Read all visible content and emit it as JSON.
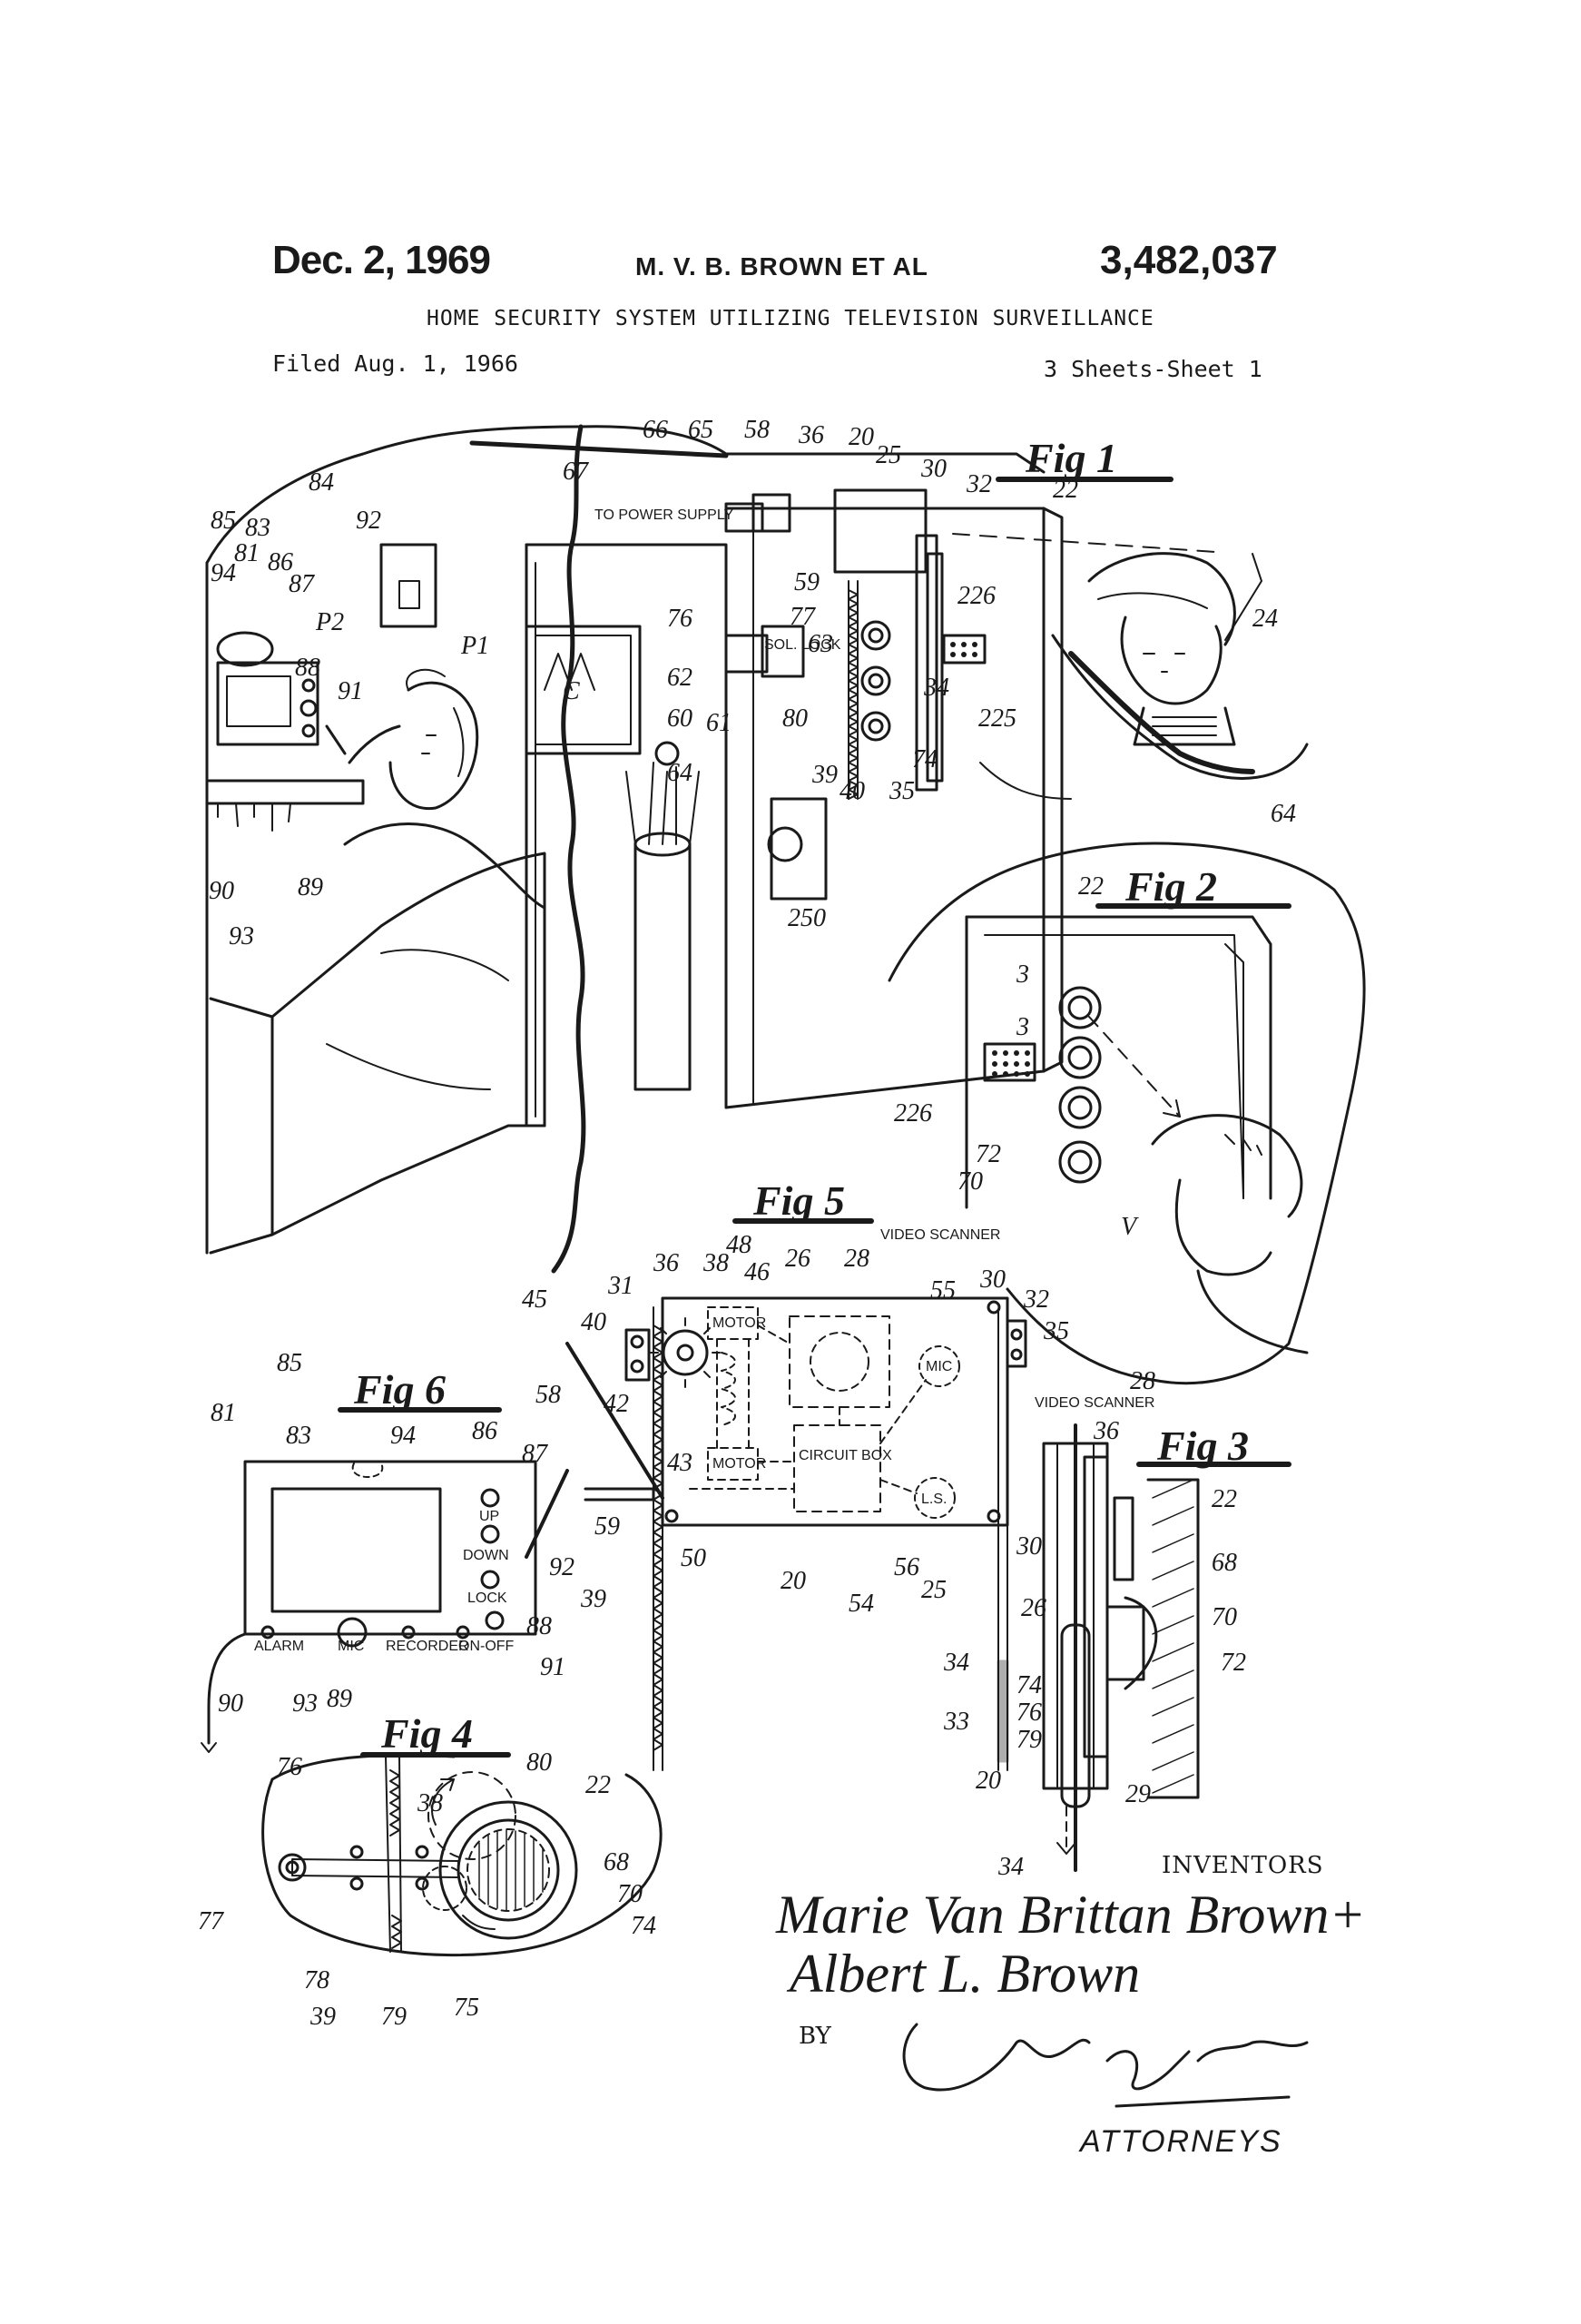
{
  "header": {
    "date": "Dec. 2, 1969",
    "inventor": "M. V. B. BROWN ET AL",
    "patent_number": "3,482,037",
    "title": "HOME SECURITY SYSTEM UTILIZING TELEVISION SURVEILLANCE",
    "filed": "Filed Aug. 1, 1966",
    "sheets": "3 Sheets-Sheet 1"
  },
  "figures": {
    "fig1": "Fig 1",
    "fig2": "Fig 2",
    "fig3": "Fig 3",
    "fig4": "Fig 4",
    "fig5": "Fig 5",
    "fig6": "Fig 6"
  },
  "fig1_labels": {
    "power_supply": "TO POWER SUPPLY",
    "sol_lock": "SOL. LOCK",
    "refs": [
      "84",
      "85",
      "83",
      "92",
      "94",
      "81",
      "86",
      "87",
      "P2",
      "88",
      "P1",
      "91",
      "90",
      "93",
      "89",
      "67",
      "66",
      "65",
      "58",
      "36",
      "20",
      "25",
      "30",
      "32",
      "22",
      "59",
      "226",
      "76",
      "77",
      "63",
      "62",
      "60",
      "61",
      "80",
      "225",
      "34",
      "39",
      "40",
      "74",
      "35",
      "64",
      "250",
      "24",
      "C"
    ]
  },
  "fig2_labels": {
    "refs": [
      "64",
      "22",
      "3",
      "3",
      "226",
      "72",
      "70",
      "V"
    ]
  },
  "fig5_labels": {
    "motor_top": "MOTOR",
    "motor_bottom": "MOTOR",
    "video_scanner": "VIDEO SCANNER",
    "mic": "MIC",
    "circuit_box": "CIRCUIT BOX",
    "ls": "L.S.",
    "refs": [
      "48",
      "36",
      "38",
      "46",
      "26",
      "28",
      "55",
      "30",
      "31",
      "45",
      "32",
      "40",
      "35",
      "42",
      "58",
      "43",
      "59",
      "50",
      "20",
      "54",
      "56",
      "25",
      "39"
    ]
  },
  "fig6_labels": {
    "up": "UP",
    "down": "DOWN",
    "lock": "LOCK",
    "alarm": "ALARM",
    "mic": "MIC",
    "recorder": "RECORDER",
    "on_off": "ON-OFF",
    "refs": [
      "85",
      "81",
      "83",
      "94",
      "86",
      "87",
      "92",
      "88",
      "91",
      "90",
      "93",
      "89"
    ]
  },
  "fig3_labels": {
    "video_scanner": "VIDEO SCANNER",
    "refs": [
      "28",
      "36",
      "22",
      "30",
      "68",
      "70",
      "26",
      "72",
      "74",
      "76",
      "79",
      "34",
      "33",
      "20",
      "29",
      "34"
    ]
  },
  "fig4_labels": {
    "refs": [
      "76",
      "80",
      "38",
      "22",
      "68",
      "70",
      "77",
      "78",
      "39",
      "79",
      "75",
      "74"
    ]
  },
  "signature": {
    "inventors_label": "INVENTORS",
    "inventor1": "Marie Van Brittan Brown+",
    "inventor2": "Albert L. Brown",
    "by_label": "BY",
    "attorneys": "ATTORNEYS"
  }
}
